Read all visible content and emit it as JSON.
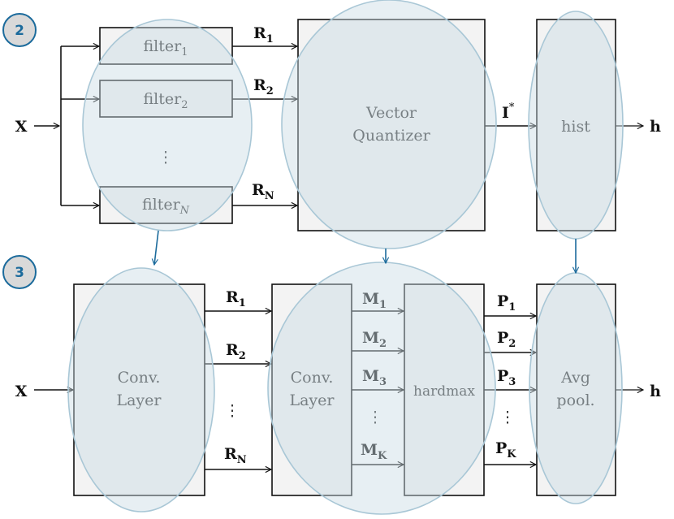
{
  "step_badges": [
    "2",
    "3"
  ],
  "top": {
    "input": "X",
    "filters": [
      {
        "base": "filter",
        "sub": "1"
      },
      {
        "base": "filter",
        "sub": "2"
      },
      {
        "base": "filter",
        "sub": "N"
      }
    ],
    "dots": "⋮",
    "outputs": [
      {
        "base": "R",
        "sub": "1"
      },
      {
        "base": "R",
        "sub": "2"
      },
      {
        "base": "R",
        "sub": "N"
      }
    ],
    "quantizer": [
      "Vector",
      "Quantizer"
    ],
    "quantizer_out": {
      "base": "I",
      "sup": "*"
    },
    "hist": "hist",
    "output": "h"
  },
  "bottom": {
    "input": "X",
    "conv1": [
      "Conv.",
      "Layer"
    ],
    "r_outputs": [
      {
        "base": "R",
        "sub": "1"
      },
      {
        "base": "R",
        "sub": "2"
      },
      {
        "base": "R",
        "sub": "N"
      }
    ],
    "conv2": [
      "Conv.",
      "Layer"
    ],
    "m_outputs": [
      {
        "base": "M",
        "sub": "1"
      },
      {
        "base": "M",
        "sub": "2"
      },
      {
        "base": "M",
        "sub": "3"
      },
      {
        "base": "M",
        "sub": "K"
      }
    ],
    "hardmax": "hardmax",
    "p_outputs": [
      {
        "base": "P",
        "sub": "1"
      },
      {
        "base": "P",
        "sub": "2"
      },
      {
        "base": "P",
        "sub": "3"
      },
      {
        "base": "P",
        "sub": "K"
      }
    ],
    "avgpool": [
      "Avg",
      "pool."
    ],
    "output": "h",
    "dots": "⋮"
  },
  "colors": {
    "ellipse_fill": "#e6eef2",
    "ellipse_stroke": "#b3cddb",
    "box_fill": "#f3f3f3",
    "accent": "#1c6b9c",
    "badge_fill": "#d9d9d9"
  }
}
